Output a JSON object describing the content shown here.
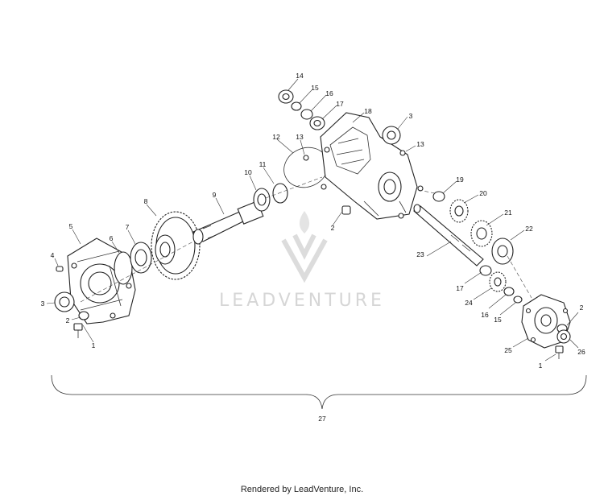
{
  "watermark": {
    "brand": "LEADVENTURE",
    "color": "#d6d6d6"
  },
  "footer": {
    "text": "Rendered by LeadVenture, Inc."
  },
  "callouts": {
    "c1a": "1",
    "c2a": "2",
    "c3a": "3",
    "c4": "4",
    "c5": "5",
    "c6": "6",
    "c7": "7",
    "c8": "8",
    "c9": "9",
    "c10": "10",
    "c11": "11",
    "c12": "12",
    "c13a": "13",
    "c2b": "2",
    "c14": "14",
    "c15a": "15",
    "c16a": "16",
    "c17a": "17",
    "c18": "18",
    "c3b": "3",
    "c13b": "13",
    "c19": "19",
    "c20": "20",
    "c21": "21",
    "c22": "22",
    "c23": "23",
    "c17b": "17",
    "c24": "24",
    "c16b": "16",
    "c15b": "15",
    "c25": "25",
    "c2c": "2",
    "c26": "26",
    "c1b": "1",
    "c27": "27"
  }
}
